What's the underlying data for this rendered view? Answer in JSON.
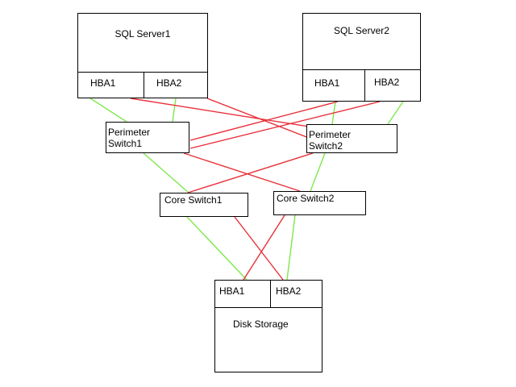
{
  "diagram": {
    "nodes": {
      "sql1": {
        "label": "SQL Server1"
      },
      "sql2": {
        "label": "SQL Server2"
      },
      "psw1": {
        "label_line1": "Perimeter",
        "label_line2": "Switch1"
      },
      "psw2": {
        "label_line1": "Perimeter",
        "label_line2": "Switch2"
      },
      "csw1": {
        "label": "Core Switch1"
      },
      "csw2": {
        "label": "Core Switch2"
      },
      "disk": {
        "label": "Disk Storage"
      }
    },
    "ports": {
      "sql1_hba1": "HBA1",
      "sql1_hba2": "HBA2",
      "sql2_hba1": "HBA1",
      "sql2_hba2": "HBA2",
      "disk_hba1": "HBA1",
      "disk_hba2": "HBA2"
    },
    "colors": {
      "green_path": "#7fe84a",
      "red_path": "#e8303a"
    },
    "links": [
      {
        "from": "sql1_hba1",
        "to": "psw1",
        "path": "green"
      },
      {
        "from": "sql1_hba2",
        "to": "psw1",
        "path": "green"
      },
      {
        "from": "sql1_hba1",
        "to": "psw2",
        "path": "red"
      },
      {
        "from": "sql1_hba2",
        "to": "psw2",
        "path": "red"
      },
      {
        "from": "sql2_hba1",
        "to": "psw2",
        "path": "green"
      },
      {
        "from": "sql2_hba2",
        "to": "psw2",
        "path": "green"
      },
      {
        "from": "sql2_hba1",
        "to": "psw1",
        "path": "red"
      },
      {
        "from": "sql2_hba2",
        "to": "psw1",
        "path": "red"
      },
      {
        "from": "psw1",
        "to": "csw1",
        "path": "green"
      },
      {
        "from": "psw1",
        "to": "csw2",
        "path": "red"
      },
      {
        "from": "psw2",
        "to": "csw1",
        "path": "red"
      },
      {
        "from": "psw2",
        "to": "csw2",
        "path": "green"
      },
      {
        "from": "csw1",
        "to": "disk_hba1",
        "path": "green"
      },
      {
        "from": "csw1",
        "to": "disk_hba2",
        "path": "red"
      },
      {
        "from": "csw2",
        "to": "disk_hba1",
        "path": "red"
      },
      {
        "from": "csw2",
        "to": "disk_hba2",
        "path": "green"
      }
    ]
  }
}
